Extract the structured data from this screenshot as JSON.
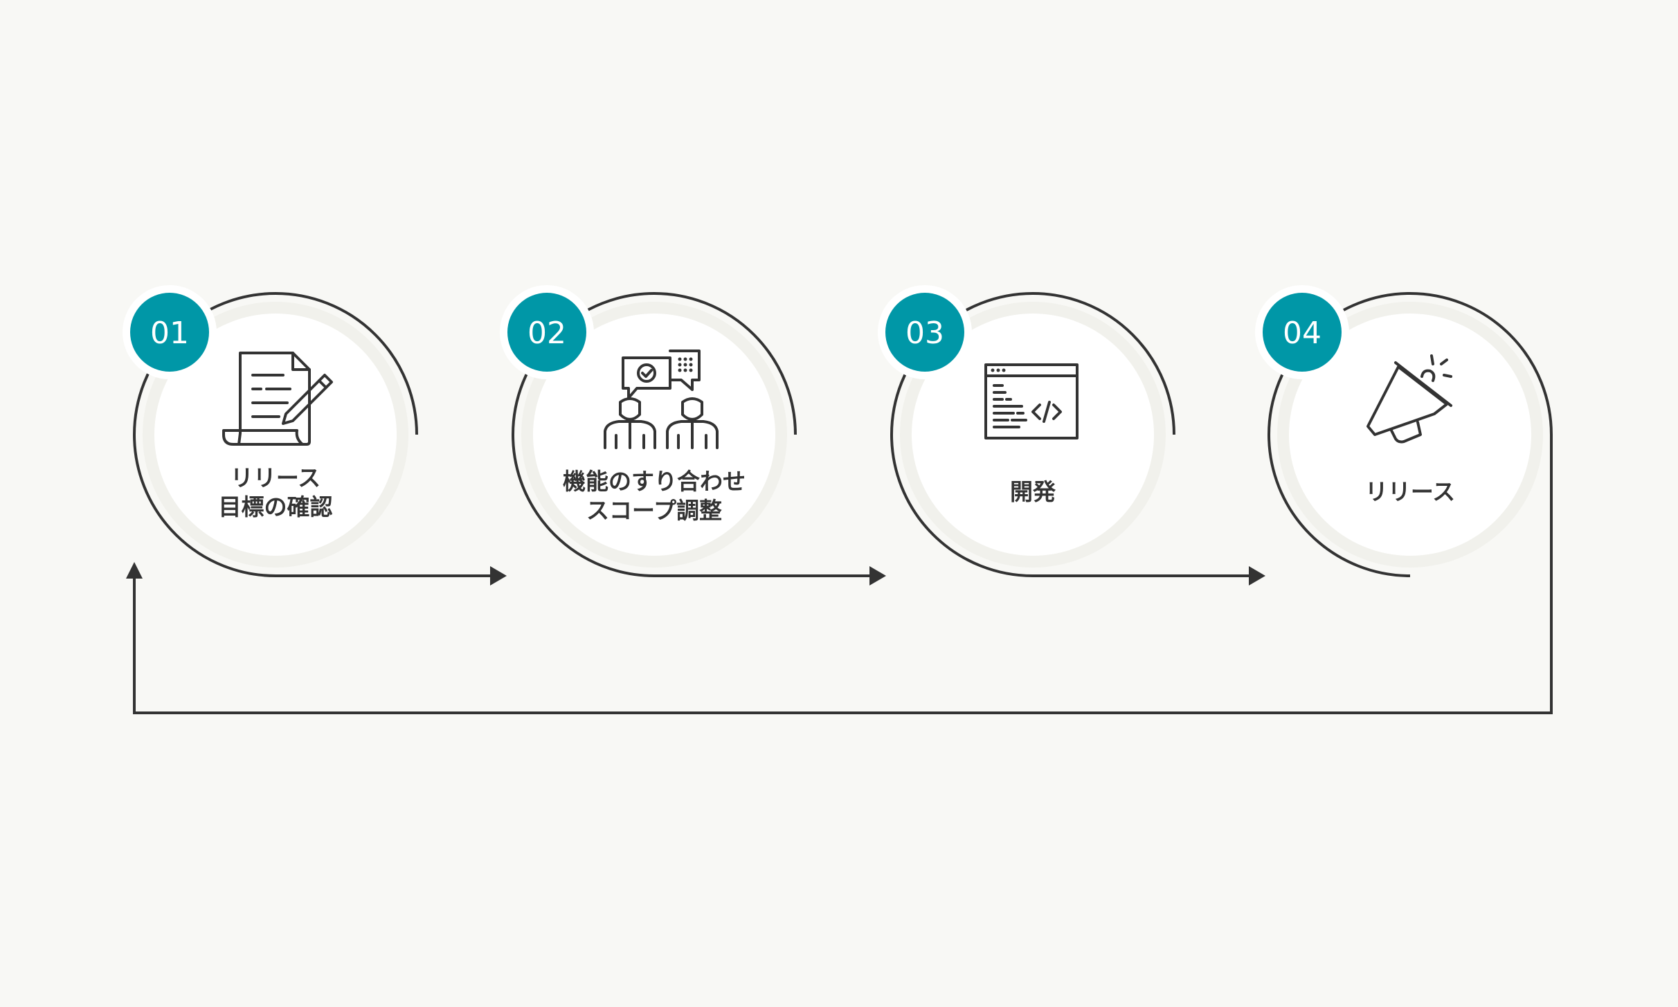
{
  "colors": {
    "background": "#f8f8f5",
    "accent": "#0097a7",
    "line": "#333333",
    "circle_fill": "#ffffff",
    "halo": "#f1f1ec"
  },
  "steps": [
    {
      "number": "01",
      "label_lines": [
        "リリース",
        "目標の確認"
      ],
      "icon": "document-pen-icon"
    },
    {
      "number": "02",
      "label_lines": [
        "機能のすり合わせ",
        "スコープ調整"
      ],
      "icon": "people-discussion-icon"
    },
    {
      "number": "03",
      "label_lines": [
        "開発"
      ],
      "icon": "code-window-icon"
    },
    {
      "number": "04",
      "label_lines": [
        "リリース"
      ],
      "icon": "megaphone-icon"
    }
  ]
}
